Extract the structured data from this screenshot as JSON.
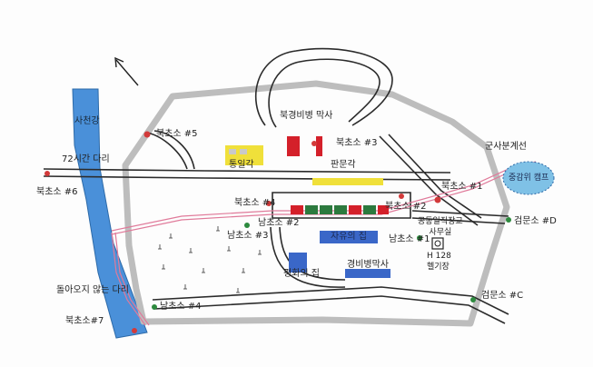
{
  "map": {
    "river": "사천강",
    "bridge_72h": "72시간 다리",
    "bridge_no_return": "돌아오지 않는 다리",
    "border_label": "군사분계선",
    "places": {
      "north_barracks": "북경비병 막사",
      "tongil_pavilion": "통일각",
      "panmungak": "판문각",
      "freedom_house": "자유의 집",
      "peace_house": "평화의 집",
      "south_barracks": "경비병막사",
      "jsa_office": "공동일직장교\n사무실",
      "helipad": "H 128\n헬기장",
      "nntc_camp": "중감위 캠프"
    },
    "posts": {
      "north1": "북초소 #1",
      "north2": "북초소 #2",
      "north3": "북초소 #3",
      "north4": "북초소 #4",
      "north5": "북초소 #5",
      "north6": "북초소 #6",
      "north7": "북초소#7",
      "south1": "남초소 #1",
      "south2": "남초소 #2",
      "south3": "남초소 #3",
      "south4": "남초소 #4",
      "checkC": "검문소 #C",
      "checkD": "검문소 #D"
    },
    "colors": {
      "river": "#4a90d9",
      "perimeter": "#bdbdbd",
      "road": "#2b2b2b",
      "mdl": "#e07a9a",
      "north_building": "#d4202a",
      "south_building": "#3a67c8",
      "yellow_building": "#f0e03a",
      "conference_green": "#2c7a3e",
      "post_marker": "#d23a3a",
      "south_marker": "#2d8a3e",
      "camp_fill": "#7fc1e6"
    }
  }
}
